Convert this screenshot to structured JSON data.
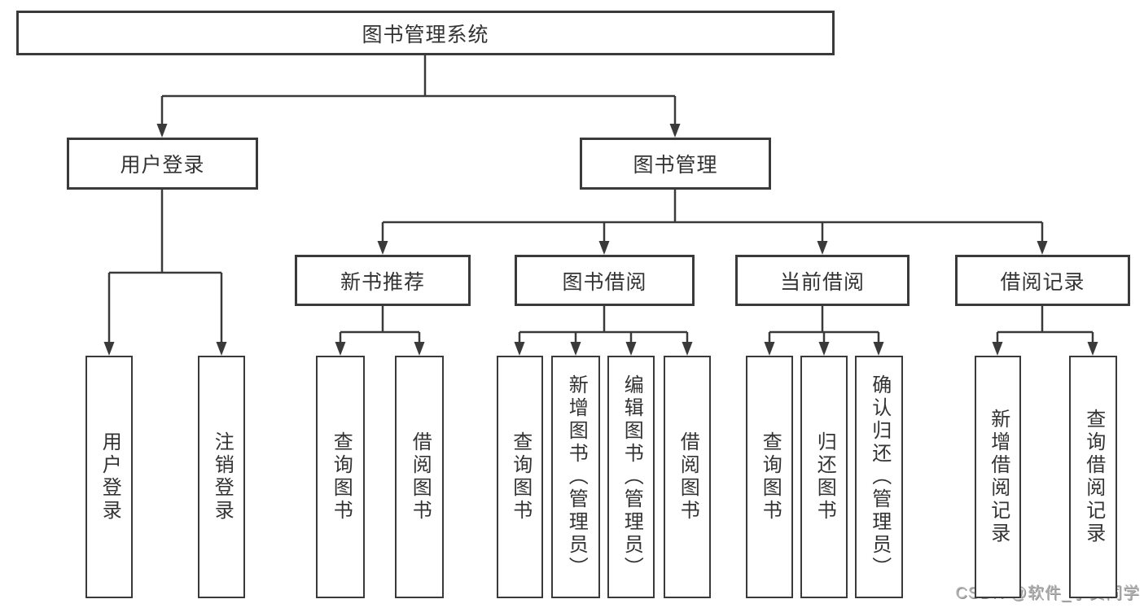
{
  "watermark": "CSDN @软件_小贺同学",
  "colors": {
    "line": "#3a3a3a",
    "box_border": "#3a3a3a",
    "text": "#333333",
    "watermark": "#b2b2b2",
    "background": "#ffffff"
  },
  "tree": {
    "label": "图书管理系统",
    "children": [
      {
        "label": "用户登录",
        "children": [
          {
            "label": "用户登录"
          },
          {
            "label": "注销登录"
          }
        ]
      },
      {
        "label": "图书管理",
        "children": [
          {
            "label": "新书推荐",
            "children": [
              {
                "label": "查询图书"
              },
              {
                "label": "借阅图书"
              }
            ]
          },
          {
            "label": "图书借阅",
            "children": [
              {
                "label": "查询图书"
              },
              {
                "label": "新增图书（管理员）"
              },
              {
                "label": "编辑图书（管理员）"
              },
              {
                "label": "借阅图书"
              }
            ]
          },
          {
            "label": "当前借阅",
            "children": [
              {
                "label": "查询图书"
              },
              {
                "label": "归还图书"
              },
              {
                "label": "确认归还（管理员）"
              }
            ]
          },
          {
            "label": "借阅记录",
            "children": [
              {
                "label": "新增借阅记录"
              },
              {
                "label": "查询借阅记录"
              }
            ]
          }
        ]
      }
    ]
  }
}
